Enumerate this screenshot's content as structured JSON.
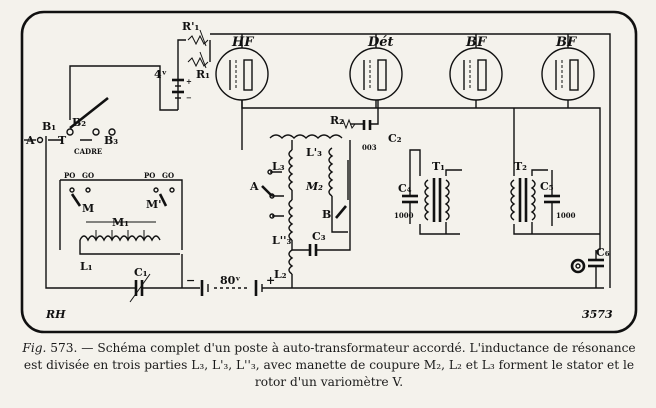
{
  "diagram": {
    "tubes": [
      "HF",
      "Dét",
      "BF",
      "BF"
    ],
    "labels": {
      "r1_prime": "R'₁",
      "r1": "R₁",
      "voltage_4": "4ᵛ",
      "r2": "R₂",
      "c2": "C₂",
      "c2_value": "003",
      "c3": "C₃",
      "c4": "C₄",
      "c4_value": "1000",
      "c5": "C₅",
      "c5_value": "1000",
      "c6": "C₆",
      "c1": "C₁",
      "t1": "T₁",
      "t2": "T₂",
      "l1": "L₁",
      "m1": "M₁",
      "m_left": "M",
      "m_right": "M'",
      "po_left": "PO",
      "go_left": "GO",
      "po_right": "PO",
      "go_right": "GO",
      "l3": "L₃",
      "l3_prime": "L'₃",
      "l3_double": "L''₃",
      "l2": "L₂",
      "m2": "M₂",
      "a_left": "A",
      "b1": "B₁",
      "b2": "B₂",
      "b3": "B₃",
      "t_terminal": "T",
      "cadre": "CADRE",
      "a_mid": "A",
      "b_mid": "B",
      "voltage_80": "80ᵛ",
      "minus": "−",
      "plus": "+",
      "plus_small": "+",
      "minus_small": "−",
      "rh": "RH",
      "drawing_number": "3573"
    }
  },
  "caption": {
    "fig_label": "Fig.",
    "fig_number": "573.",
    "text": "— Schéma complet d'un poste à auto-transformateur accordé. L'inductance de résonance est divisée en trois parties L₃, L'₃, L''₃, avec manette de coupure M₂, L₂ et L₃ forment le stator et le rotor d'un variomètre V."
  }
}
